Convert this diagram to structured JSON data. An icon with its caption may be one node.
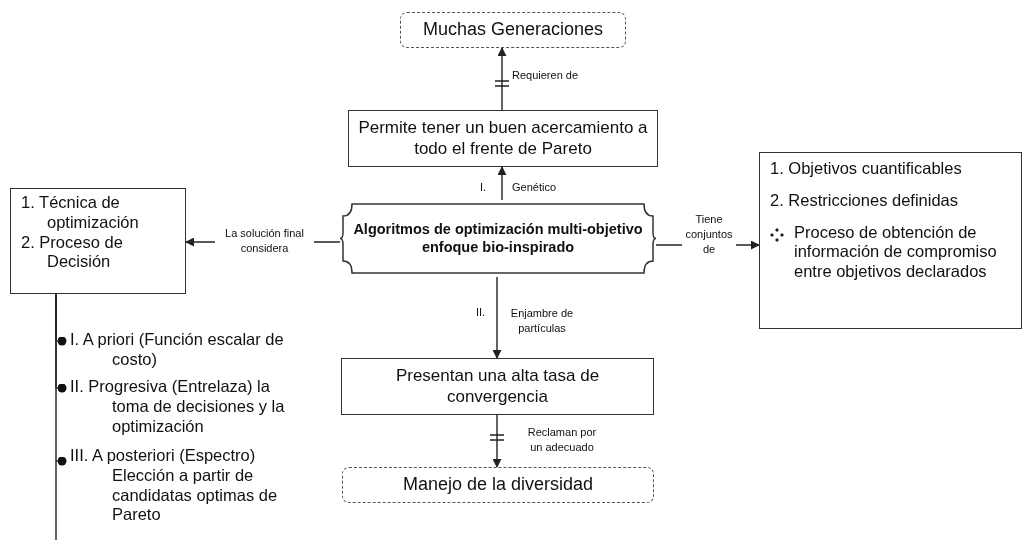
{
  "diagram": {
    "nodes": [
      {
        "text": [
          "Muchas Generaciones"
        ]
      },
      {
        "text": [
          "Permite tener un buen acercamiento a todo el frente de Pareto"
        ]
      },
      {
        "text": [
          "Algoritmos de optimización multi-objetivo",
          "enfoque bio-inspirado"
        ]
      },
      {
        "text": [
          "1. Técnica de optimización",
          "2. Proceso de Decisión"
        ]
      },
      {
        "text": [
          "1. Objetivos cuantificables",
          "2. Restricciones definidas",
          "Proceso de obtención de información de compromiso entre objetivos declarados"
        ]
      },
      {
        "text": [
          "Presentan una alta tasa de convergencia"
        ]
      },
      {
        "text": [
          "Manejo de la diversidad"
        ]
      },
      {
        "text": [
          "I. A priori (Función escalar de costo)"
        ]
      },
      {
        "text": [
          "II. Progresiva (Entrelaza) la toma de decisiones y la optimización"
        ]
      },
      {
        "text": [
          "III. A posteriori (Espectro) Elección a partir de candidatas optimas de Pareto"
        ]
      }
    ],
    "edges": [
      {
        "from": 1,
        "to": 0,
        "arrow": "to",
        "label": "Requieren de"
      },
      {
        "from": 2,
        "to": 1,
        "arrow": "to",
        "label": "Genético"
      },
      {
        "from": 2,
        "to": 5,
        "arrow": "to",
        "label": "Enjambre de partículas"
      },
      {
        "from": 5,
        "to": 6,
        "arrow": "to",
        "label": "Reclaman por un adecuado"
      },
      {
        "from": 2,
        "to": 3,
        "arrow": "to",
        "label": "La solución final considera"
      },
      {
        "from": 2,
        "to": 4,
        "arrow": "to",
        "label": "Tiene conjuntos de"
      },
      {
        "from": 3,
        "to": 7,
        "arrow": "other"
      },
      {
        "from": 3,
        "to": 8,
        "arrow": "other"
      },
      {
        "from": 3,
        "to": 9,
        "arrow": "other"
      }
    ],
    "labels": [
      "I.",
      "II."
    ]
  }
}
